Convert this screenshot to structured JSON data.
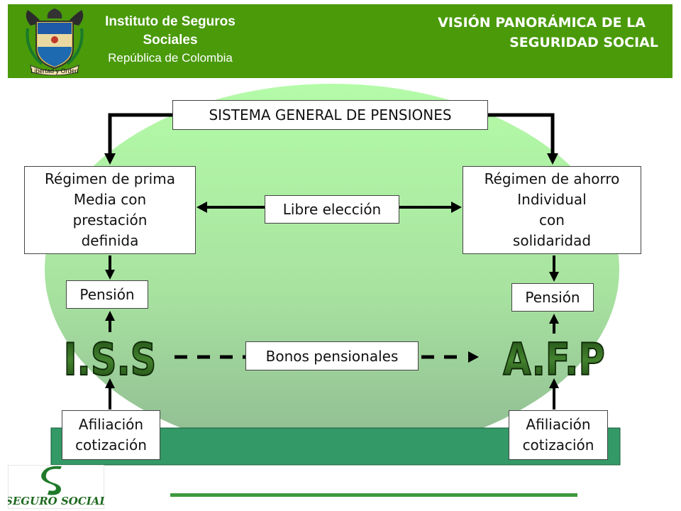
{
  "header": {
    "institution_line1": "Instituto de Seguros",
    "institution_line2": "Sociales",
    "institution_line3": "República de Colombia",
    "crest_motto": "Libertad y Orden",
    "title_line1": "VISIÓN PANORÁMICA DE LA",
    "title_line2": "SEGURIDAD SOCIAL"
  },
  "diagram": {
    "system_title": "SISTEMA GENERAL DE PENSIONES",
    "left_regime": "Régimen de prima\nMedia con\nprestación\ndefinida",
    "right_regime": "Régimen de ahorro\nIndividual\ncon\nsolidaridad",
    "free_choice": "Libre elección",
    "left_pension": "Pensión",
    "right_pension": "Pensión",
    "left_entity": "I.S.S",
    "right_entity": "A.F.P",
    "bonds": "Bonos pensionales",
    "left_affiliation": "Afiliación\ncotización",
    "right_affiliation": "Afiliación\ncotización"
  },
  "footer": {
    "logo_text": "SEGURO SOCIAL"
  },
  "colors": {
    "header_green": "#4a9a0a",
    "ellipse_top": "#b4fba8",
    "ellipse_bottom": "#8fba92",
    "base_bar": "#339966",
    "footer_line": "#3e9a3e"
  }
}
